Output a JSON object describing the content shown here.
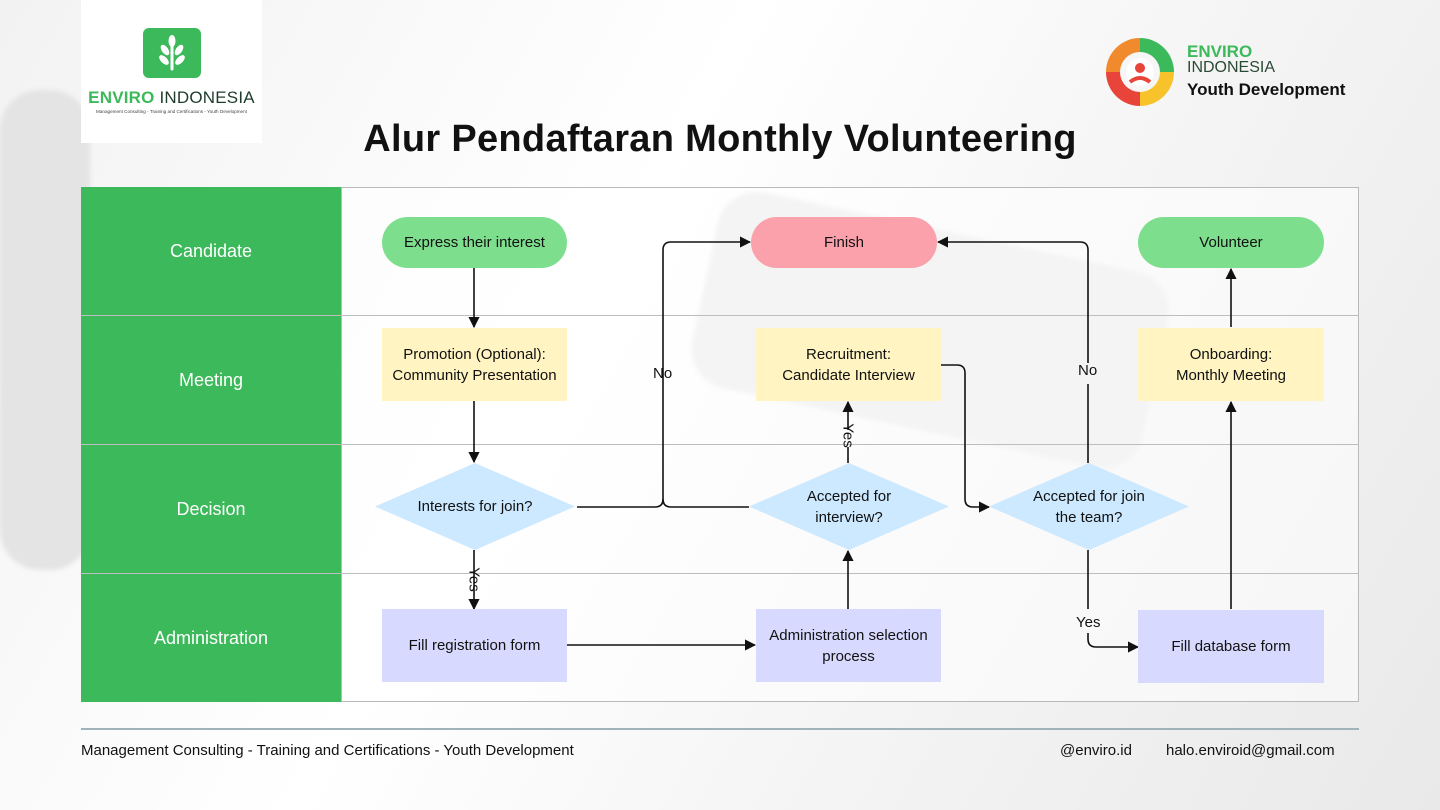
{
  "header": {
    "left_logo": {
      "brand_part1": "ENVIRO",
      "brand_part2": " INDONESIA",
      "tagline": "Management Consulting - Training and Certifications - Youth Development"
    },
    "right_logo": {
      "line1": "ENVIRO",
      "line2": "INDONESIA",
      "line3": "Youth Development"
    },
    "title": "Alur Pendaftaran Monthly Volunteering"
  },
  "lanes": [
    "Candidate",
    "Meeting",
    "Decision",
    "Administration"
  ],
  "nodes": {
    "express": "Express their interest",
    "finish": "Finish",
    "volunteer": "Volunteer",
    "promotion_l1": "Promotion (Optional):",
    "promotion_l2": "Community Presentation",
    "recruitment_l1": "Recruitment:",
    "recruitment_l2": "Candidate Interview",
    "onboarding_l1": "Onboarding:",
    "onboarding_l2": "Monthly Meeting",
    "interests": "Interests for join?",
    "accepted_interview_l1": "Accepted for",
    "accepted_interview_l2": "interview?",
    "accepted_team_l1": "Accepted for join",
    "accepted_team_l2": "the team?",
    "fill_registration": "Fill registration form",
    "admin_selection_l1": "Administration selection",
    "admin_selection_l2": "process",
    "fill_database": "Fill database form"
  },
  "edge_labels": {
    "no_left": "No",
    "no_right": "No",
    "yes_interview": "Yes",
    "yes_join": "Yes",
    "yes_team": "Yes"
  },
  "colors": {
    "lane_green": "#3cb95a",
    "start_green": "#7ddf8d",
    "finish_pink": "#fba1ac",
    "process_yellow": "#fff4c2",
    "decision_blue": "#cde9ff",
    "admin_lavender": "#d8d9ff"
  },
  "footer": {
    "services": "Management Consulting - Training and Certifications - Youth Development",
    "handle": "@enviro.id",
    "email": "halo.enviroid@gmail.com"
  }
}
